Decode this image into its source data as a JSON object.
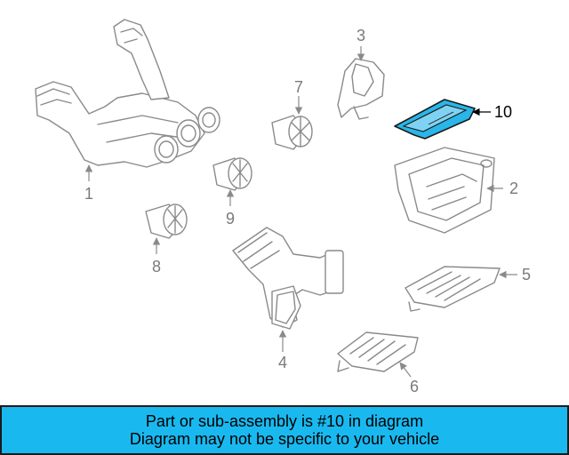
{
  "diagram": {
    "callouts": [
      "1",
      "2",
      "3",
      "4",
      "5",
      "6",
      "7",
      "8",
      "9",
      "10"
    ],
    "highlighted_part": "10",
    "highlight_color": "#29b6e8"
  },
  "banner": {
    "line1": "Part or sub-assembly is #10 in diagram",
    "line2": "Diagram may not be specific to your vehicle",
    "background": "#19b9f0"
  }
}
